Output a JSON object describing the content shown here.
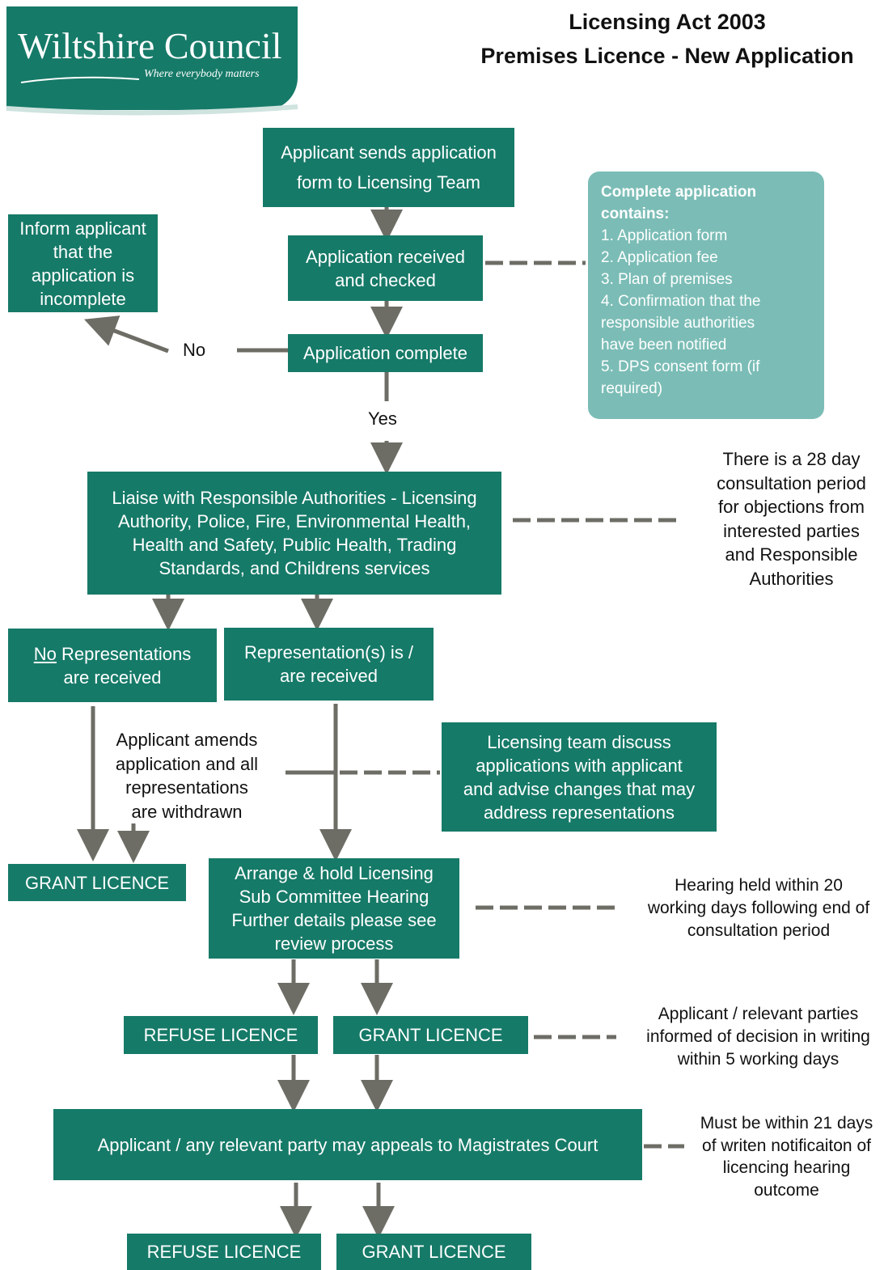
{
  "header": {
    "logo_name": "Wiltshire Council",
    "logo_tagline": "Where everybody matters",
    "title_line1": "Licensing Act 2003",
    "title_line2": "Premises Licence - New Application"
  },
  "flow": {
    "send": [
      "Applicant sends application",
      "form to Licensing Team"
    ],
    "received": [
      "Application received",
      "and checked"
    ],
    "complete": "Application complete",
    "inform": [
      "Inform applicant",
      "that the",
      "application is",
      "incomplete"
    ],
    "no_label": "No",
    "yes_label": "Yes",
    "liaise": [
      "Liaise with Responsible Authorities - Licensing",
      "Authority, Police, Fire, Environmental Health,",
      "Health and Safety, Public Health, Trading",
      "Standards, and Childrens services"
    ],
    "no_reps_underlined": "No",
    "no_reps_rest": " Representations",
    "no_reps_line2": "are received",
    "reps": [
      "Representation(s) is /",
      "are received"
    ],
    "amend": [
      "Applicant amends",
      "application and all",
      "representations",
      "are withdrawn"
    ],
    "discuss": [
      "Licensing team discuss",
      "applications with applicant",
      "and advise changes that may",
      "address representations"
    ],
    "grant1": "GRANT LICENCE",
    "hearing": [
      "Arrange & hold Licensing",
      "Sub Committee Hearing",
      "Further details please see",
      "review process"
    ],
    "refuse2": "REFUSE LICENCE",
    "grant2": "GRANT LICENCE",
    "appeal": "Applicant / any relevant party may appeals to Magistrates Court",
    "refuse3": "REFUSE LICENCE",
    "grant3": "GRANT LICENCE"
  },
  "contents": {
    "heading": [
      "Complete application",
      "contains:"
    ],
    "items": [
      "1. Application form",
      "2. Application fee",
      "3. Plan of premises",
      "4. Confirmation that the",
      "responsible authorities",
      "have been notified",
      "5. DPS consent form (if",
      "required)"
    ]
  },
  "notes": {
    "consultation": [
      "There is a 28 day",
      "consultation period",
      "for objections from",
      "interested parties",
      "and Responsible",
      "Authorities"
    ],
    "hearing_time": [
      "Hearing held within 20",
      "working days following end of",
      "consultation period"
    ],
    "decision": [
      "Applicant / relevant parties",
      "informed of decision in writing",
      "within 5 working days"
    ],
    "appeal_time": [
      "Must be within 21 days",
      "of writen notificaiton of",
      "licencing hearing",
      "outcome"
    ]
  },
  "colors": {
    "box": "#167a68",
    "contents_box": "#7bbdb6",
    "connector": "#6d6d66"
  }
}
